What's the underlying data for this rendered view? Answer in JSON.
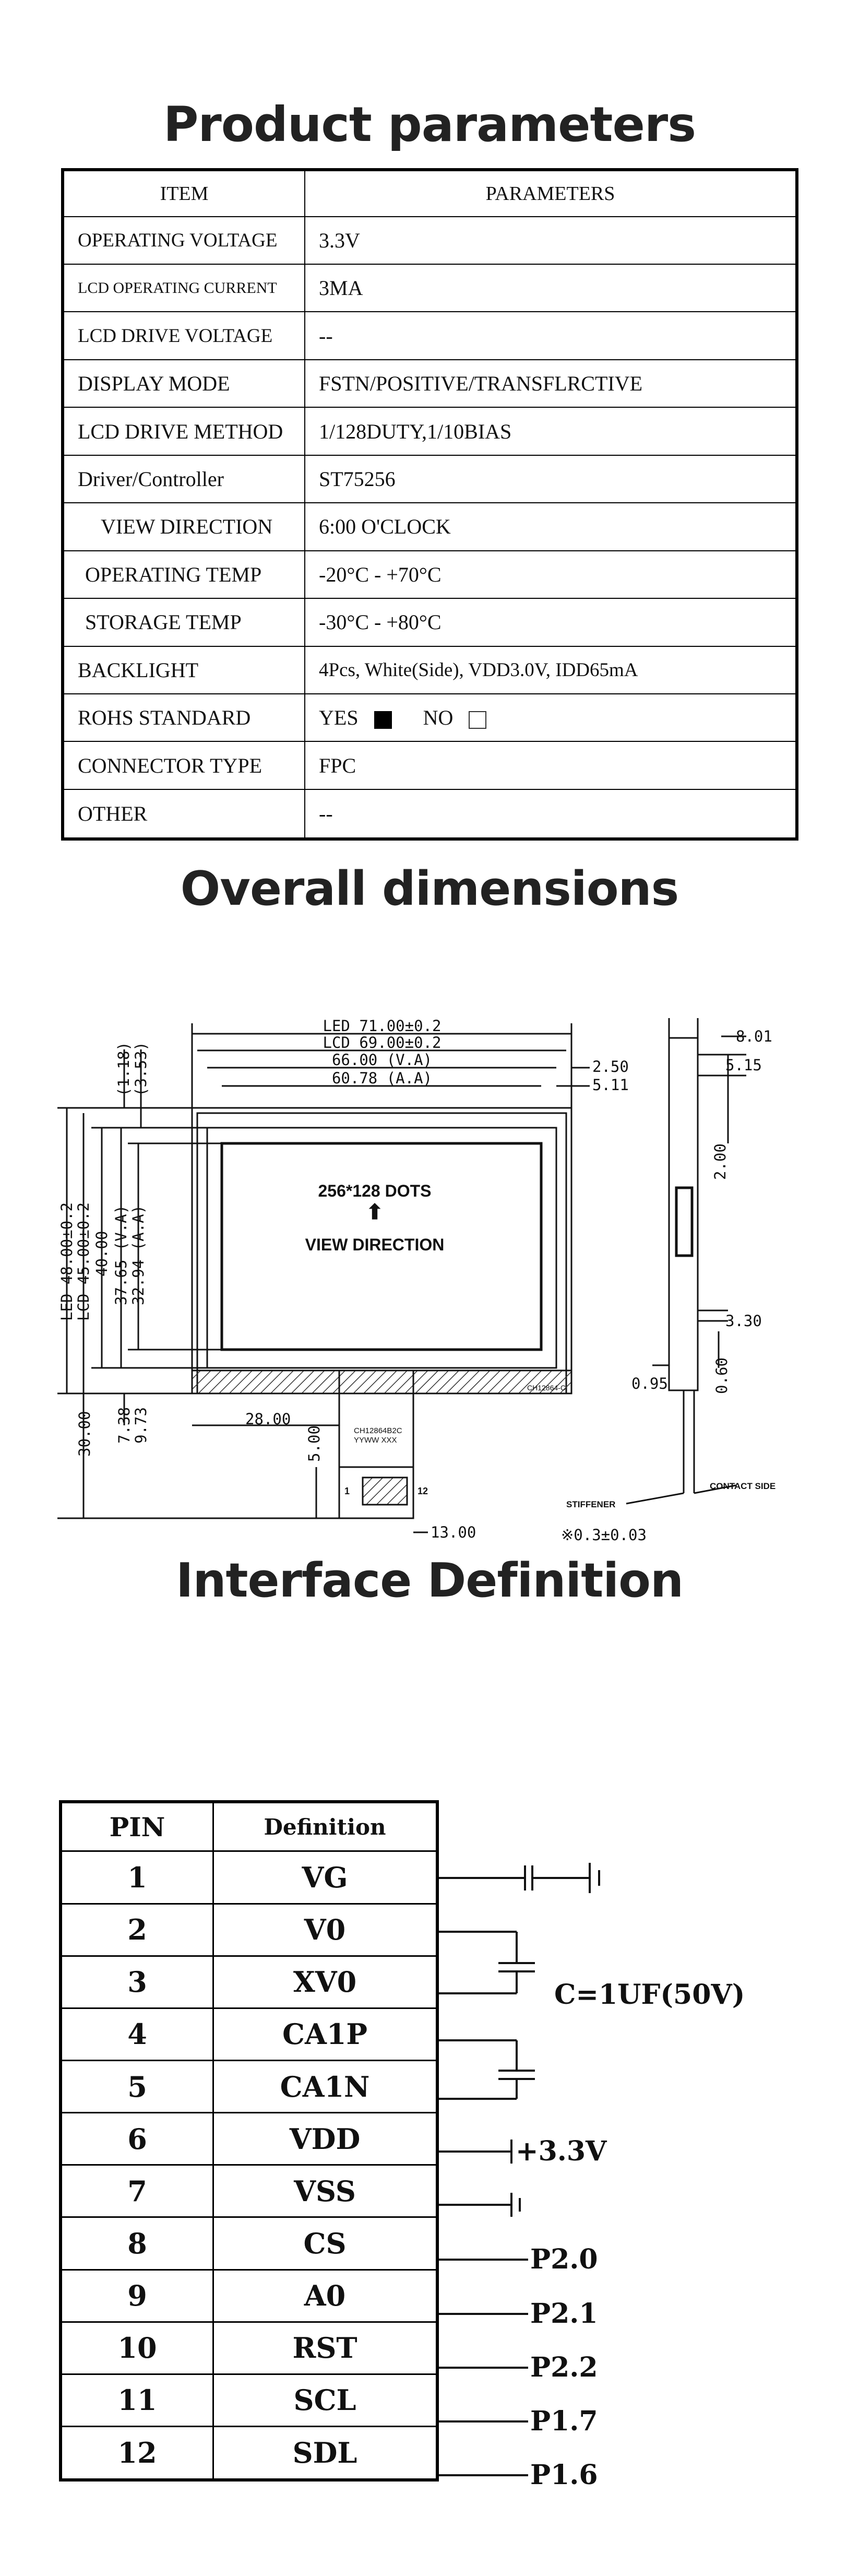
{
  "sections": {
    "params": "Product parameters",
    "dims": "Overall dimensions",
    "iface": "Interface Definition"
  },
  "params_table": {
    "header": [
      "ITEM",
      "PARAMETERS"
    ],
    "rows": [
      {
        "item": "OPERATING VOLTAGE",
        "value": "3.3V"
      },
      {
        "item": "LCD OPERATING CURRENT",
        "value": "3MA"
      },
      {
        "item": "LCD DRIVE VOLTAGE",
        "value": "--"
      },
      {
        "item": "DISPLAY MODE",
        "value": "FSTN/POSITIVE/TRANSFLRCTIVE"
      },
      {
        "item": "LCD DRIVE METHOD",
        "value": "1/128DUTY,1/10BIAS"
      },
      {
        "item": "Driver/Controller",
        "value": "ST75256"
      },
      {
        "item": "VIEW DIRECTION",
        "value": "6:00 O'CLOCK"
      },
      {
        "item": "OPERATING TEMP",
        "value": "-20°C - +70°C"
      },
      {
        "item": "STORAGE TEMP",
        "value": "-30°C - +80°C"
      },
      {
        "item": "BACKLIGHT",
        "value": "4Pcs, White(Side), VDD3.0V, IDD65mA"
      },
      {
        "item": "ROHS STANDARD",
        "yes": "YES",
        "no": "NO",
        "rohs_compliant": true
      },
      {
        "item": "CONNECTOR TYPE",
        "value": "FPC"
      },
      {
        "item": "OTHER",
        "value": "--"
      }
    ]
  },
  "drawing": {
    "dims_top": [
      "LED 71.00±0.2",
      "LCD 69.00±0.2",
      "66.00 (V.A)",
      "60.78 (A.A)"
    ],
    "dims_right_top": [
      "2.50",
      "5.11"
    ],
    "dims_left_small": [
      "(1.18)",
      "(3.53)"
    ],
    "dims_left": [
      "LED 48.00±0.2",
      "LCD 45.00±0.2",
      "40.00",
      "37.65 (V.A)",
      "32.94 (A.A)"
    ],
    "dims_bottom_left": [
      "7.38",
      "9.73",
      "30.00"
    ],
    "dim_28": "28.00",
    "dim_5": "5.00",
    "dim_13": "13.00",
    "screen_dots": "256*128 DOTS",
    "screen_view": "VIEW DIRECTION",
    "fpc_code_1": "CH12864-C",
    "fpc_code_2": "CH12864B2C",
    "fpc_code_3": "YYWW XXX",
    "fpc_pin_1": "1",
    "fpc_pin_12": "12",
    "side_dims": [
      "8.01",
      "5.15",
      "2.00",
      "3.30",
      "0.95",
      "0.60"
    ],
    "stiffener": "STIFFENER",
    "contact_side": "CONTACT SIDE",
    "thickness": "※0.3±0.03"
  },
  "pin_table": {
    "header": [
      "PIN",
      "Definition"
    ],
    "rows": [
      {
        "pin": "1",
        "def": "VG"
      },
      {
        "pin": "2",
        "def": "V0"
      },
      {
        "pin": "3",
        "def": "XV0"
      },
      {
        "pin": "4",
        "def": "CA1P"
      },
      {
        "pin": "5",
        "def": "CA1N"
      },
      {
        "pin": "6",
        "def": "VDD"
      },
      {
        "pin": "7",
        "def": "VSS"
      },
      {
        "pin": "8",
        "def": "CS"
      },
      {
        "pin": "9",
        "def": "A0"
      },
      {
        "pin": "10",
        "def": "RST"
      },
      {
        "pin": "11",
        "def": "SCL"
      },
      {
        "pin": "12",
        "def": "SDL"
      }
    ]
  },
  "circuit": {
    "capacitor": "C=1UF(50V)",
    "vdd": "+3.3V",
    "cs": "P2.0",
    "a0": "P2.1",
    "rst": "P2.2",
    "scl": "P1.7",
    "sdl": "P1.6"
  }
}
